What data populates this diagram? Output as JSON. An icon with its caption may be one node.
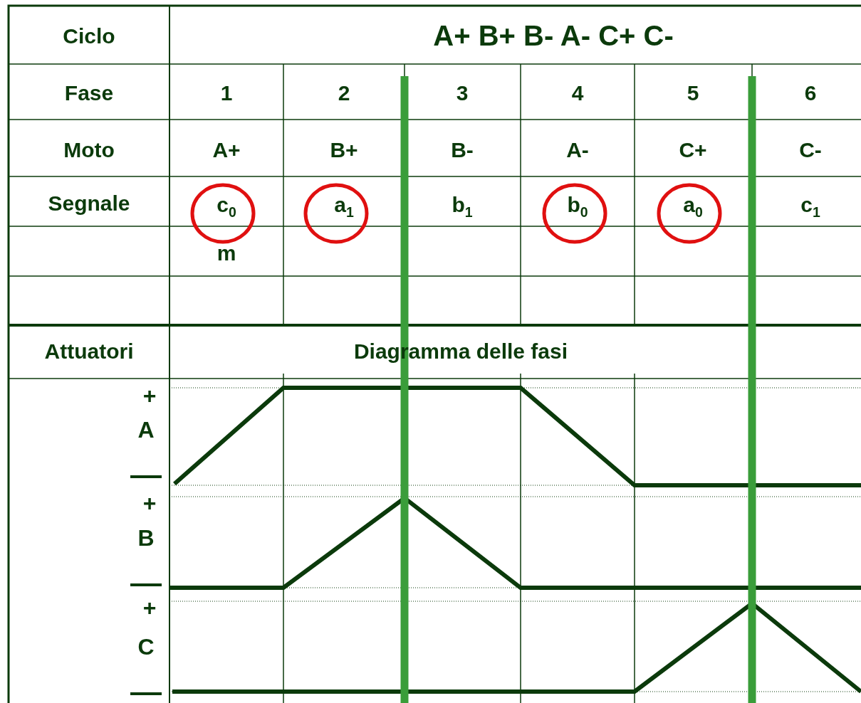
{
  "diagram": {
    "labels": [
      "Ciclo",
      "A+ B+ B- A- C+ C-",
      "Fase",
      "1",
      "2",
      "3",
      "4",
      "5",
      "6",
      "Moto",
      "A+",
      "B+",
      "B-",
      "A-",
      "C+",
      "C-",
      "Segnale",
      "c$_{0}$",
      "a$_{1}$",
      "b$_{1}$",
      "b$_{0}$",
      "a$_{0}$",
      "c$_{1}$",
      "m",
      "Attuatori",
      "Diagramma delle fasi",
      "+",
      "A",
      "+",
      "B",
      "+",
      "C"
    ]
  }
}
